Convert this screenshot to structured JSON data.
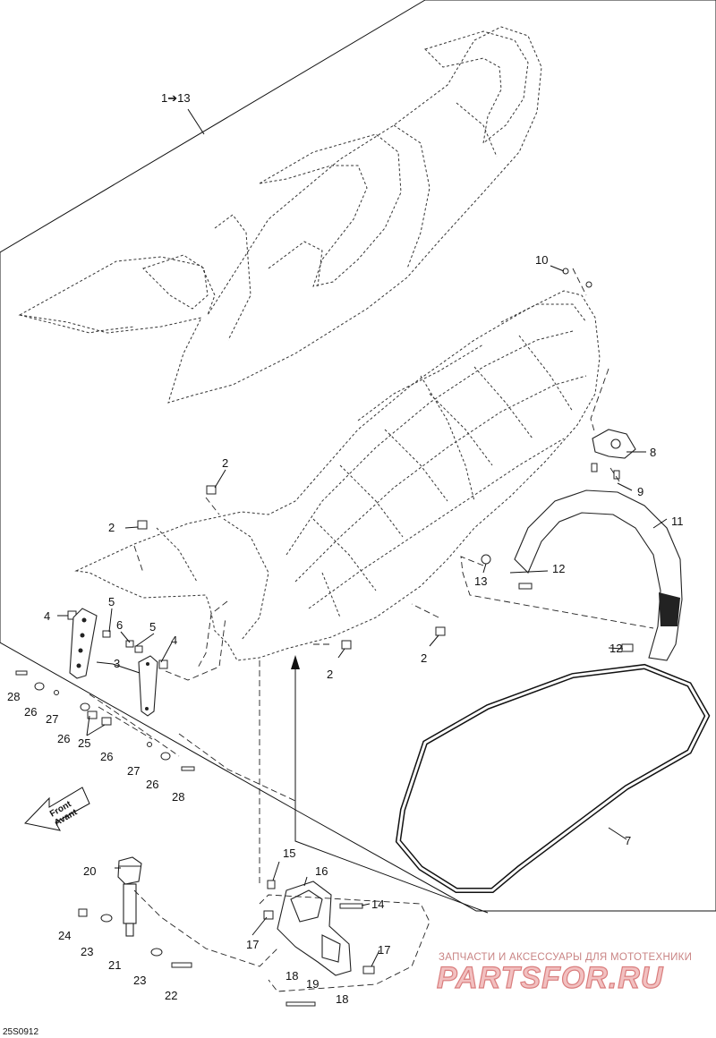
{
  "drawing_code": "25S0912",
  "direction_label": {
    "line1": "Front",
    "line2": "Avant"
  },
  "watermark": {
    "line1": "ЗАПЧАСТИ И АКСЕССУАРЫ ДЛЯ МОТОТЕХНИКИ",
    "line2": "PARTSFOR.RU"
  },
  "callouts": {
    "c1_13": "1➔13",
    "c10": "10",
    "c8": "8",
    "c9": "9",
    "c2a": "2",
    "c2b": "2",
    "c2c": "2",
    "c2d": "2",
    "c11": "11",
    "c12a": "12",
    "c12b": "12",
    "c13": "13",
    "c4a": "4",
    "c4b": "4",
    "c5a": "5",
    "c5b": "5",
    "c6": "6",
    "c3": "3",
    "c28a": "28",
    "c26a": "26",
    "c27a": "27",
    "c26b": "26",
    "c25": "25",
    "c26c": "26",
    "c27b": "27",
    "c26d": "26",
    "c28b": "28",
    "c7": "7",
    "c20": "20",
    "c15": "15",
    "c16": "16",
    "c14": "14",
    "c24": "24",
    "c23a": "23",
    "c21": "21",
    "c23b": "23",
    "c22": "22",
    "c17a": "17",
    "c17b": "17",
    "c18a": "18",
    "c19": "19",
    "c18b": "18"
  }
}
